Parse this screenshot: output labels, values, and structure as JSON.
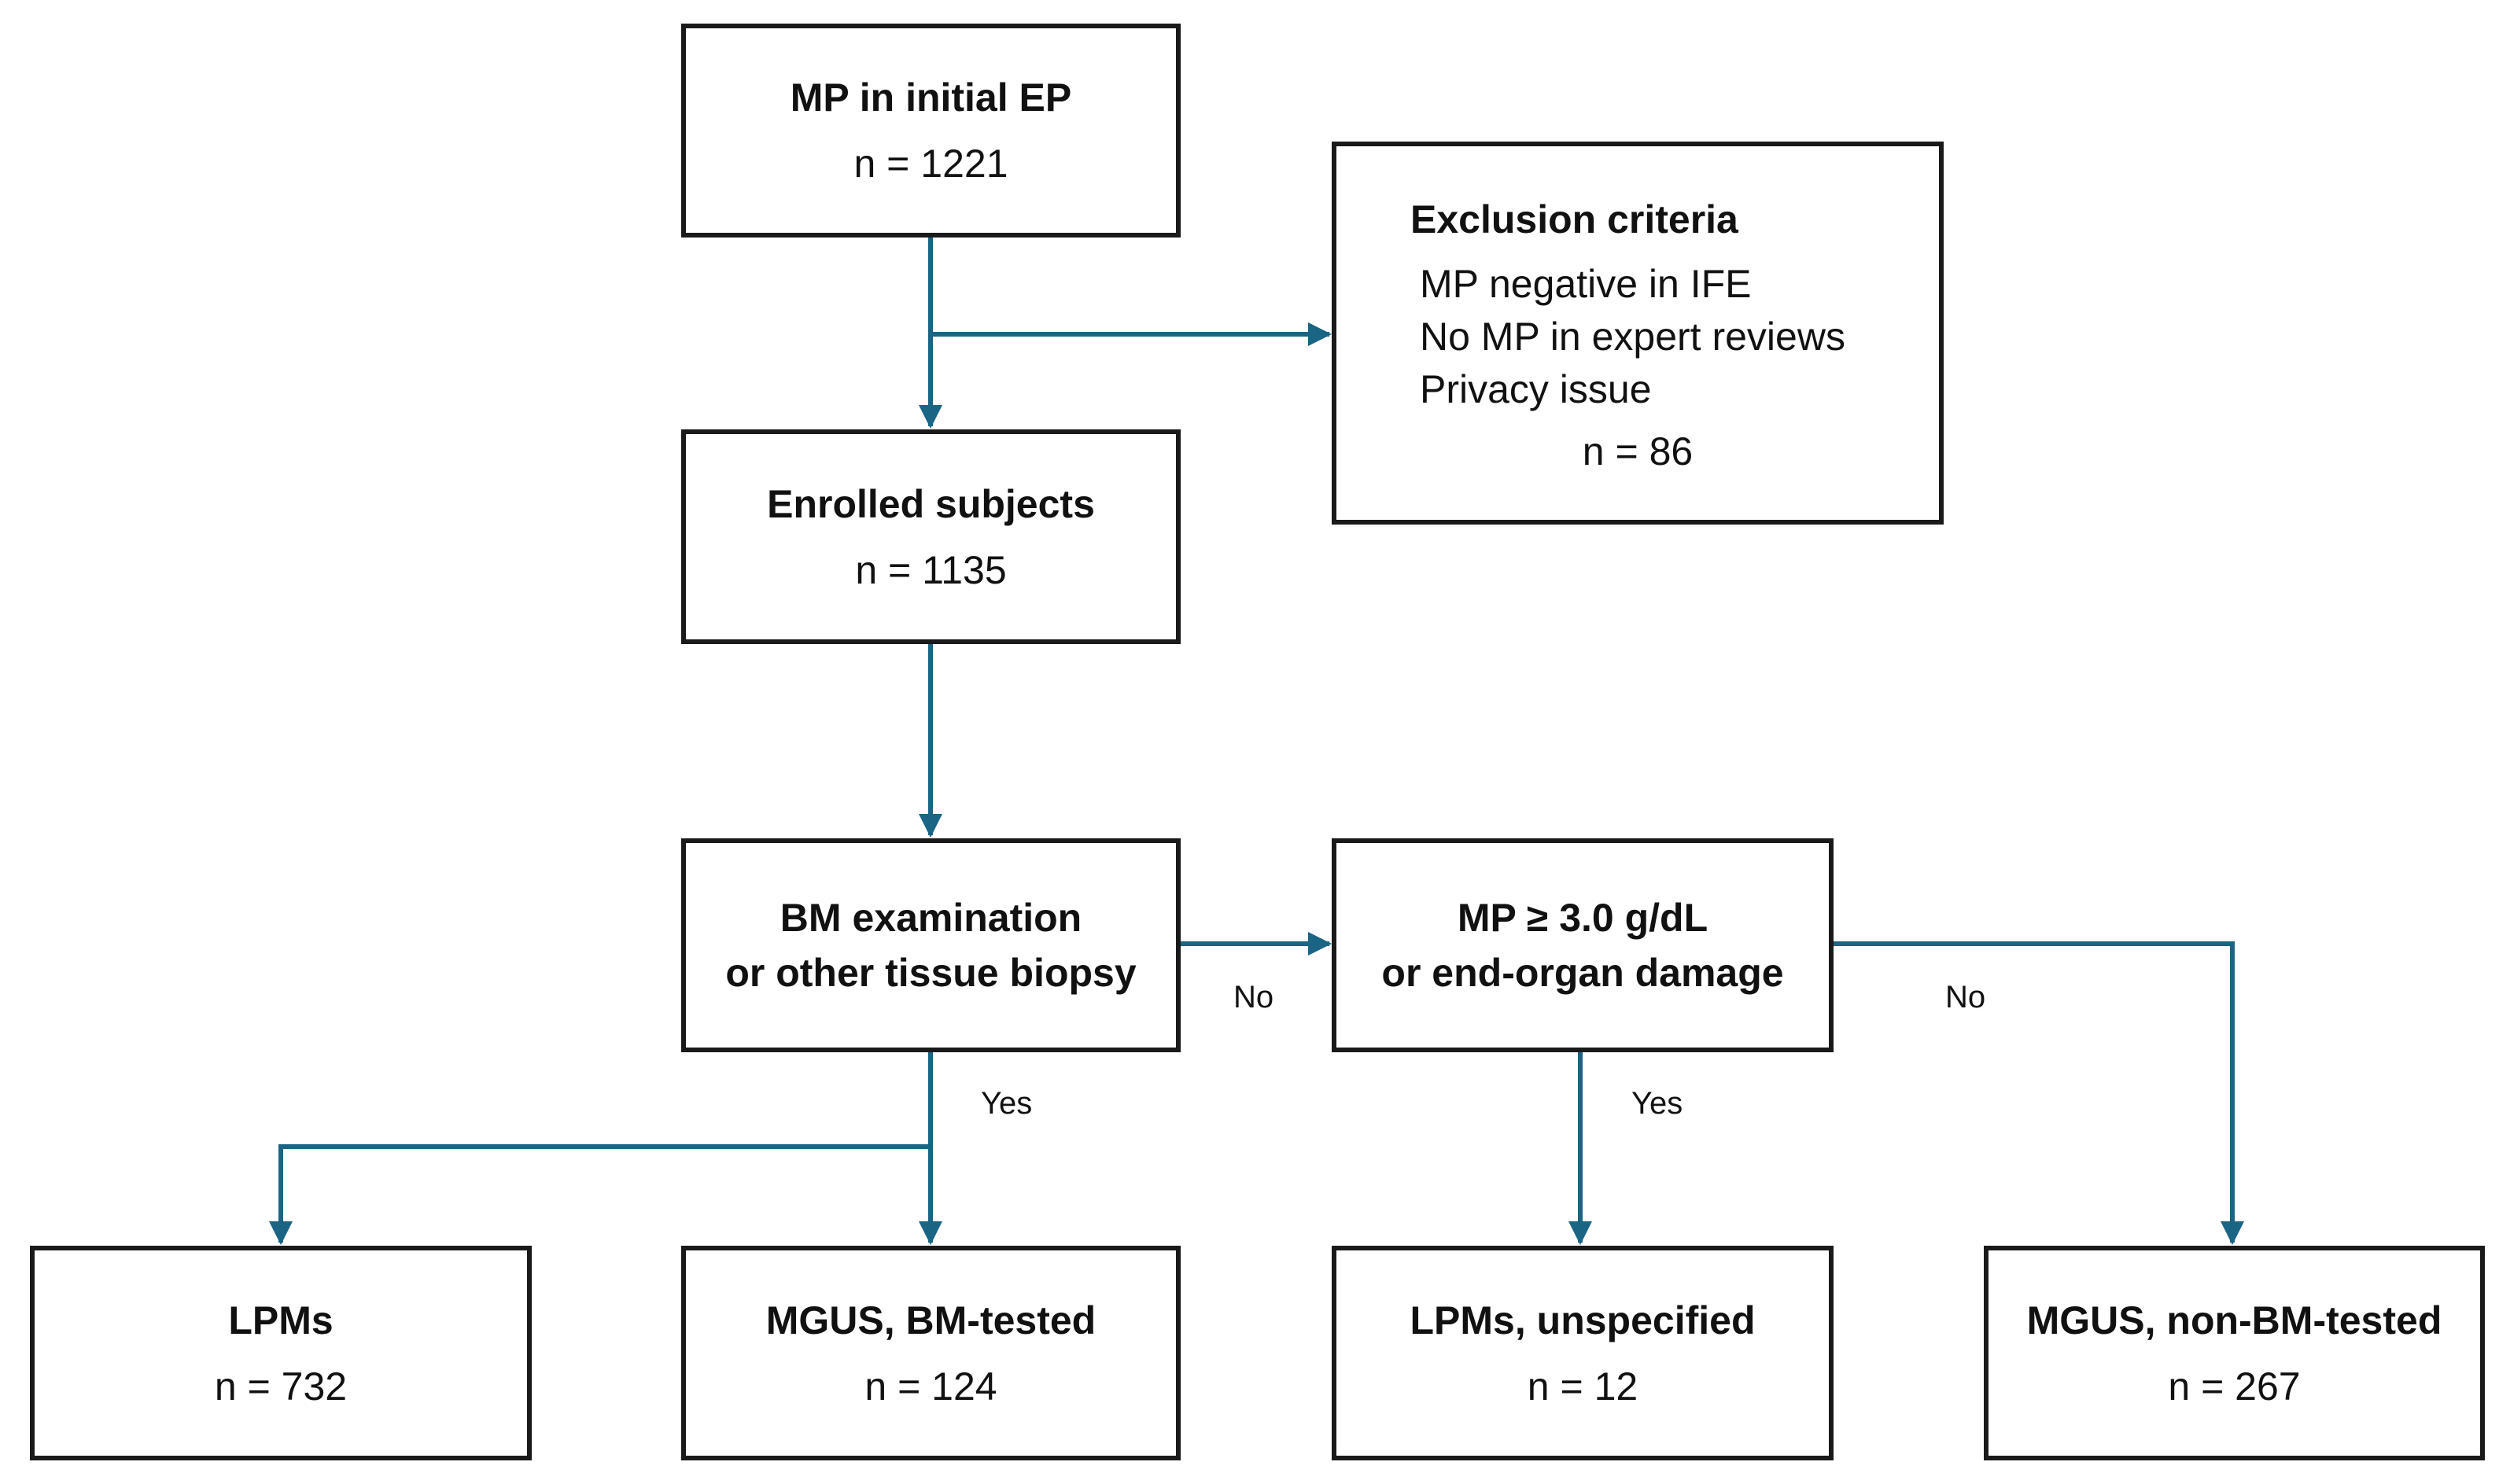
{
  "colors": {
    "arrow": "#1a6484",
    "border": "#1a1a1a",
    "background": "#ffffff"
  },
  "boxes": {
    "initial": {
      "title": "MP in initial EP",
      "n": "n = 1221"
    },
    "exclusion": {
      "title": "Exclusion criteria",
      "criteria": [
        "MP negative in IFE",
        "No MP in expert reviews",
        "Privacy issue"
      ],
      "n": "n = 86"
    },
    "enrolled": {
      "title": "Enrolled subjects",
      "n": "n = 1135"
    },
    "bm_exam": {
      "title_line1": "BM examination",
      "title_line2": "or other tissue biopsy"
    },
    "mp_check": {
      "title_line1": "MP ≥ 3.0 g/dL",
      "title_line2": "or end-organ damage"
    },
    "lpms": {
      "title": "LPMs",
      "n": "n = 732"
    },
    "mgus_bm": {
      "title": "MGUS, BM-tested",
      "n": "n = 124"
    },
    "lpms_unspecified": {
      "title": "LPMs, unspecified",
      "n": "n = 12"
    },
    "mgus_non_bm": {
      "title": "MGUS, non-BM-tested",
      "n": "n = 267"
    }
  },
  "edge_labels": {
    "bm_no": "No",
    "bm_yes": "Yes",
    "mp_yes": "Yes",
    "mp_no": "No"
  }
}
